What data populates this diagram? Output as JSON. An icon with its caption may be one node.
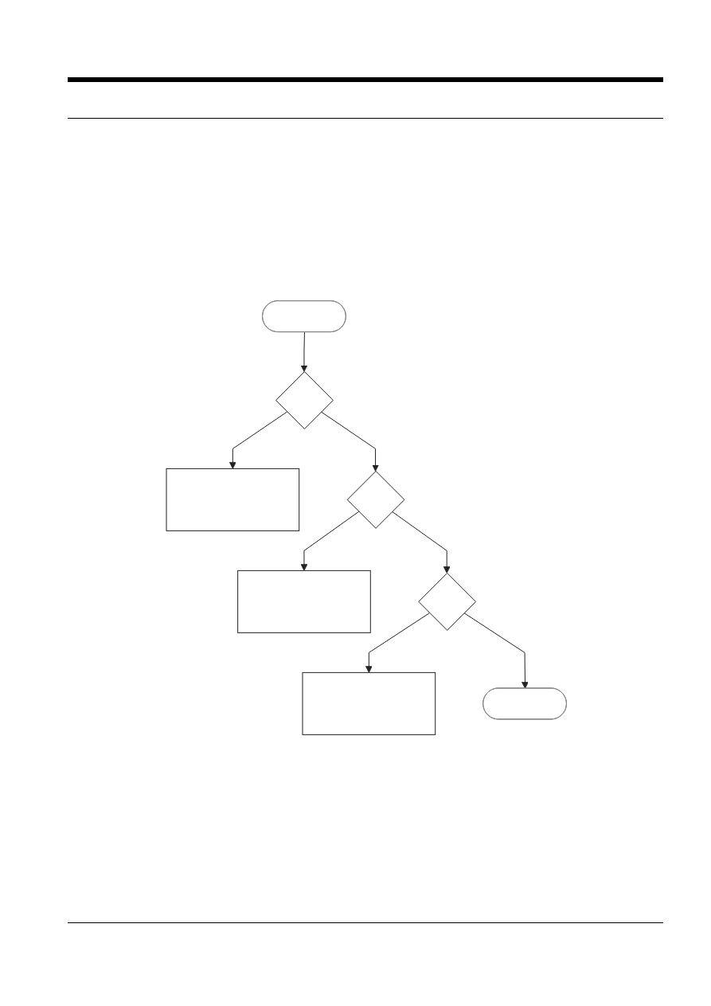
{
  "diagram": {
    "nodes": [
      {
        "text": [],
        "shape": "stadium"
      },
      {
        "text": [],
        "shape": "diamond"
      },
      {
        "text": [],
        "shape": "box"
      },
      {
        "text": [],
        "shape": "diamond"
      },
      {
        "text": [],
        "shape": "box"
      },
      {
        "text": [],
        "shape": "diamond"
      },
      {
        "text": [],
        "shape": "box"
      },
      {
        "text": [],
        "shape": "stadium"
      }
    ],
    "edges": [
      {
        "from": 0,
        "to": 1,
        "arrow": "to"
      },
      {
        "from": 1,
        "to": 2,
        "arrow": "to"
      },
      {
        "from": 1,
        "to": 3,
        "arrow": "to"
      },
      {
        "from": 3,
        "to": 4,
        "arrow": "to"
      },
      {
        "from": 3,
        "to": 5,
        "arrow": "to"
      },
      {
        "from": 5,
        "to": 6,
        "arrow": "to"
      },
      {
        "from": 5,
        "to": 7,
        "arrow": "to"
      }
    ]
  }
}
